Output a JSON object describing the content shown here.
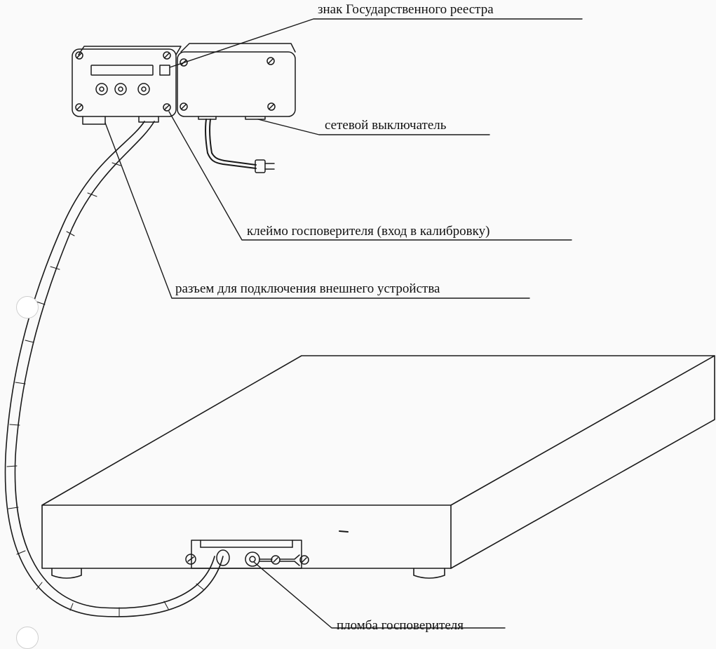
{
  "labels": {
    "registry_mark": "знак Государственного реестра",
    "power_switch": "сетевой выключатель",
    "verifier_stamp": "клеймо госповерителя (вход в калибровку)",
    "external_connector": "разъем для подключения внешнего устройства",
    "verifier_seal": "пломба госповерителя"
  },
  "colors": {
    "ink": "#1a1a1a",
    "paper": "#fafafa"
  }
}
